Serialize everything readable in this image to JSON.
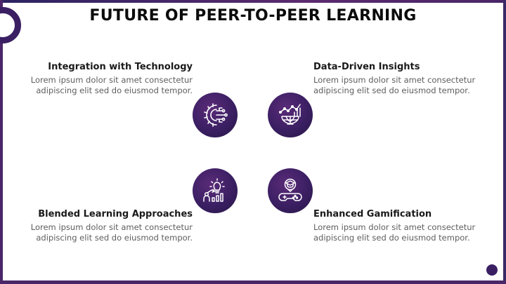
{
  "title": "FUTURE OF PEER-TO-PEER LEARNING",
  "items": [
    {
      "heading": "Integration with Technology",
      "body_line1": "Lorem ipsum dolor sit amet consectetur",
      "body_line2": "adipiscing elit sed do eiusmod tempor.",
      "icon": "gear-circuit-icon"
    },
    {
      "heading": "Data-Driven Insights",
      "body_line1": "Lorem ipsum dolor sit amet consectetur",
      "body_line2": "adipiscing elit sed do eiusmod tempor.",
      "icon": "chart-globe-icon"
    },
    {
      "heading": "Blended Learning Approaches",
      "body_line1": "Lorem ipsum dolor sit amet consectetur",
      "body_line2": "adipiscing elit sed do eiusmod tempor.",
      "icon": "lightbulb-growth-icon"
    },
    {
      "heading": "Enhanced Gamification",
      "body_line1": "Lorem ipsum dolor sit amet consectetur",
      "body_line2": "adipiscing elit sed do eiusmod tempor.",
      "icon": "graduate-gamepad-icon"
    }
  ],
  "colors": {
    "accent": "#3b1f63",
    "accent_light": "#5a2b78",
    "text": "#0b0b0b",
    "body": "#5e5e5e"
  }
}
